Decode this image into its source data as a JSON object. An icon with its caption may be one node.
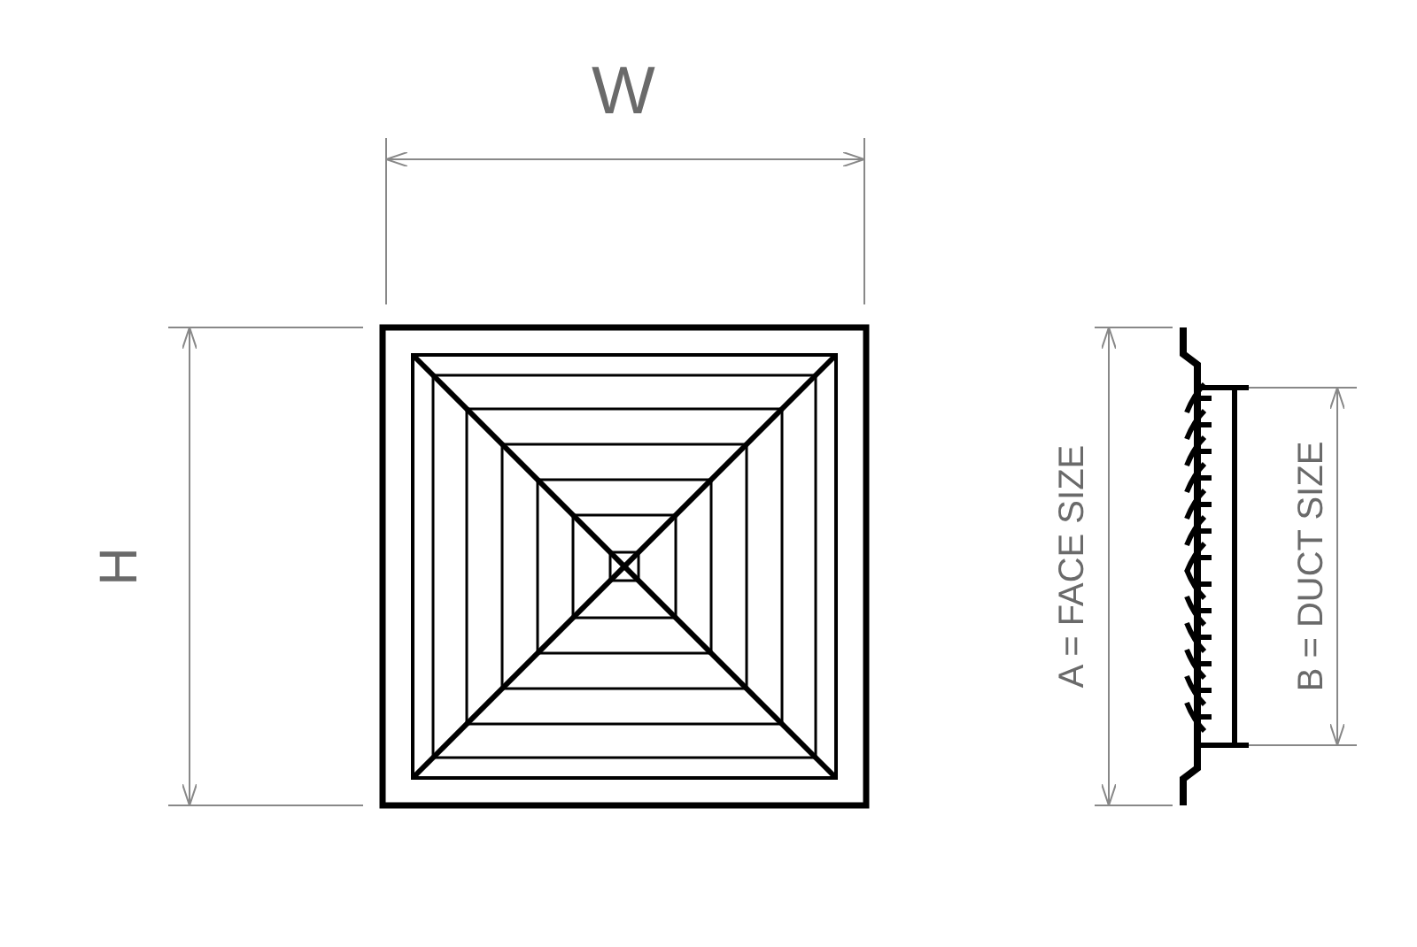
{
  "diagram": {
    "labels": [
      "W",
      "H",
      "A = FACE SIZE",
      "B = DUCT SIZE"
    ]
  }
}
